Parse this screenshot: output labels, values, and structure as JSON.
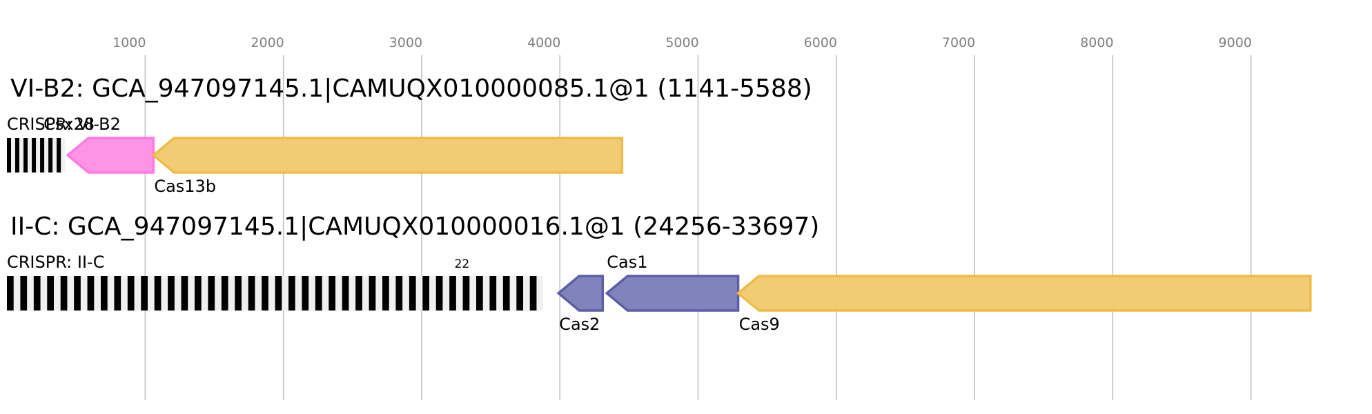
{
  "chart_data": {
    "type": "gene-map",
    "axis": {
      "unit": "bp",
      "range": [
        0,
        9800
      ],
      "ticks": [
        1000,
        2000,
        3000,
        4000,
        5000,
        6000,
        7000,
        8000,
        9000
      ],
      "tick_labels": [
        "1000",
        "2000",
        "3000",
        "4000",
        "5000",
        "6000",
        "7000",
        "8000",
        "9000"
      ],
      "grid": true
    },
    "tracks": [
      {
        "title": "VI-B2: GCA_947097145.1|CAMUQX010000085.1@1 (1141-5588)",
        "crispr": {
          "label": "CRISPR: VI-B2",
          "start": 0,
          "end": 420,
          "repeats": 7,
          "count_label": ""
        },
        "genes": [
          {
            "name": "Csx28",
            "start": 440,
            "end": 1060,
            "strand": "-",
            "color": "#ff8ee6",
            "stroke": "#ff7ae0",
            "label_pos": "above"
          },
          {
            "name": "Cas13b",
            "start": 1060,
            "end": 4450,
            "strand": "-",
            "color": "#f0c96e",
            "stroke": "#eebd48",
            "label_pos": "below"
          }
        ]
      },
      {
        "title": "II-C: GCA_947097145.1|CAMUQX010000016.1@1 (24256-33697)",
        "crispr": {
          "label": "CRISPR: II-C",
          "start": 0,
          "end": 3880,
          "repeats": 40,
          "count_label": "22"
        },
        "genes": [
          {
            "name": "Cas2",
            "start": 3990,
            "end": 4310,
            "strand": "-",
            "color": "#7a7db8",
            "stroke": "#5b5fa6",
            "label_pos": "below"
          },
          {
            "name": "Cas1",
            "start": 4340,
            "end": 5290,
            "strand": "-",
            "color": "#7a7db8",
            "stroke": "#5b5fa6",
            "label_pos": "above"
          },
          {
            "name": "Cas9",
            "start": 5290,
            "end": 9430,
            "strand": "-",
            "color": "#f0c96e",
            "stroke": "#eebd48",
            "label_pos": "below"
          }
        ]
      }
    ]
  },
  "colors": {
    "grid": "#bdbdbd",
    "tick_text": "#808080",
    "repeat_dark": "#000000",
    "repeat_light": "#f0f0f0"
  }
}
